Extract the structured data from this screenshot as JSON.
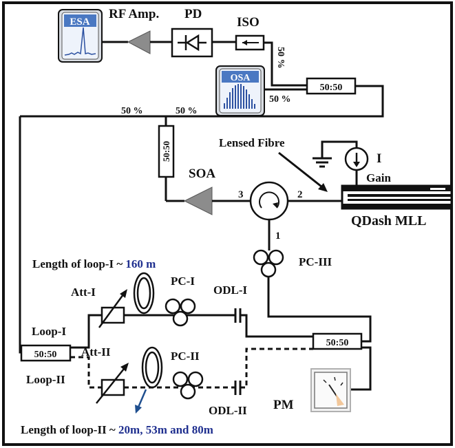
{
  "colors": {
    "frame": "#111111",
    "accent_blue": "#1f2f8f",
    "amp_gray": "#8c8c8c",
    "instrument_bg": "#eef3fb",
    "instrument_header": "#4a78c2"
  },
  "labels": {
    "esa": "ESA",
    "rf_amp": "RF Amp.",
    "pd": "PD",
    "iso": "ISO",
    "osa": "OSA",
    "coupler_top": "50:50",
    "pct_iso": "50 %",
    "pct_osa": "50 %",
    "pct_left": "50 %",
    "pct_right": "50 %",
    "coupler_vertical": "50:50",
    "lensed_fibre": "Lensed Fibre",
    "current_source": "I",
    "gain": "Gain",
    "soa": "SOA",
    "port3": "3",
    "port2": "2",
    "port1": "1",
    "qdash": "QDash MLL",
    "pc3": "PC-III",
    "loop1_length_prefix": "Length of loop-I ~ ",
    "loop1_length_value": "160 m",
    "att1": "Att-I",
    "pc1": "PC-I",
    "odl1": "ODL-I",
    "loop1": "Loop-I",
    "coupler_left": "50:50",
    "coupler_mid": "50:50",
    "att2": "Att-II",
    "pc2": "PC-II",
    "loop2": "Loop-II",
    "odl2": "ODL-II",
    "pm": "PM",
    "loop2_length_prefix": "Length of loop-II ~ ",
    "loop2_length_value": "20m, 53m and 80m"
  }
}
